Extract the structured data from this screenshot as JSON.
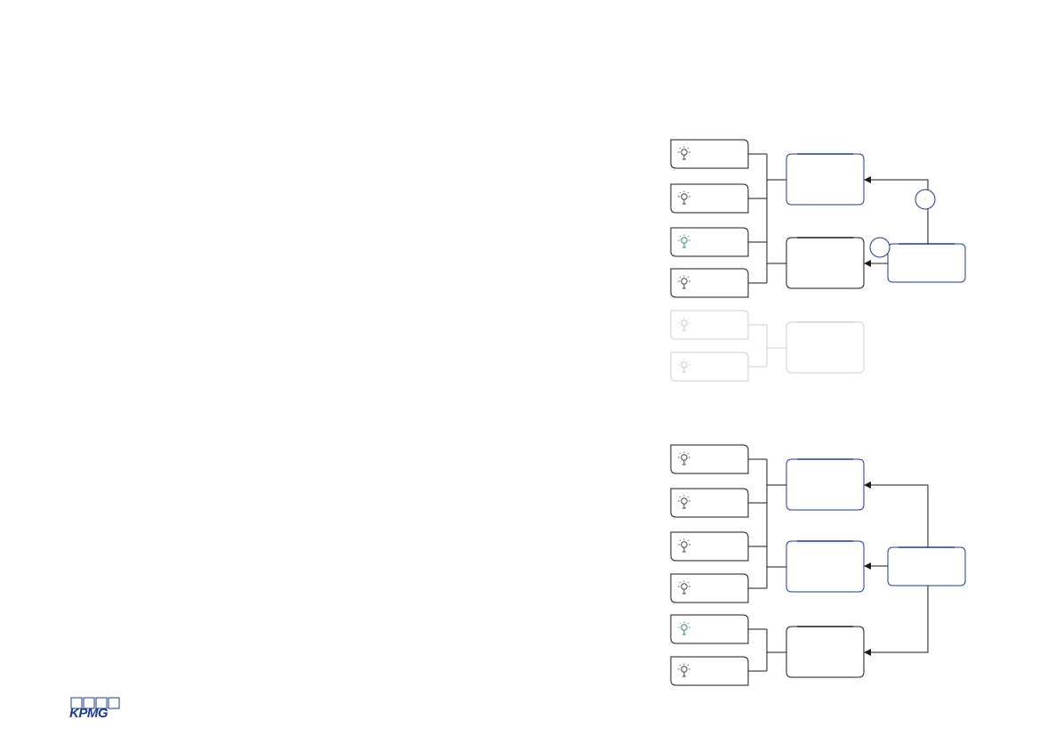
{
  "diagram": {
    "colors": {
      "line": "#1a1a1a",
      "accent": "#1e3c8c",
      "muted": "#cfcfcf",
      "icon_dark": "#444444",
      "icon_green": "#3a8a6a",
      "icon_muted": "#c8c8c8"
    },
    "icon": "lightbulb-icon",
    "top_section": {
      "sources": [
        {
          "text": "",
          "style": "normal",
          "icon_color": "dark"
        },
        {
          "text": "",
          "style": "normal",
          "icon_color": "dark"
        },
        {
          "text": "",
          "style": "normal",
          "icon_color": "green"
        },
        {
          "text": "",
          "style": "normal",
          "icon_color": "dark"
        },
        {
          "text": "",
          "style": "muted",
          "icon_color": "muted"
        },
        {
          "text": "",
          "style": "muted",
          "icon_color": "muted"
        }
      ],
      "hubs": [
        {
          "text": "",
          "style": "accent"
        },
        {
          "text": "",
          "style": "normal"
        },
        {
          "text": "",
          "style": "muted"
        }
      ],
      "controller": {
        "text": "",
        "style": "accent"
      },
      "markers": [
        {
          "text": ""
        },
        {
          "text": ""
        }
      ]
    },
    "bottom_section": {
      "sources": [
        {
          "text": "",
          "style": "normal",
          "icon_color": "dark"
        },
        {
          "text": "",
          "style": "normal",
          "icon_color": "dark"
        },
        {
          "text": "",
          "style": "normal",
          "icon_color": "dark"
        },
        {
          "text": "",
          "style": "normal",
          "icon_color": "dark"
        },
        {
          "text": "",
          "style": "normal",
          "icon_color": "green"
        },
        {
          "text": "",
          "style": "normal",
          "icon_color": "dark"
        }
      ],
      "hubs": [
        {
          "text": "",
          "style": "accent"
        },
        {
          "text": "",
          "style": "accent"
        },
        {
          "text": "",
          "style": "normal"
        }
      ],
      "controller": {
        "text": "",
        "style": "accent"
      }
    }
  },
  "logo": {
    "text": "KPMG",
    "color": "#1e3c8c"
  }
}
